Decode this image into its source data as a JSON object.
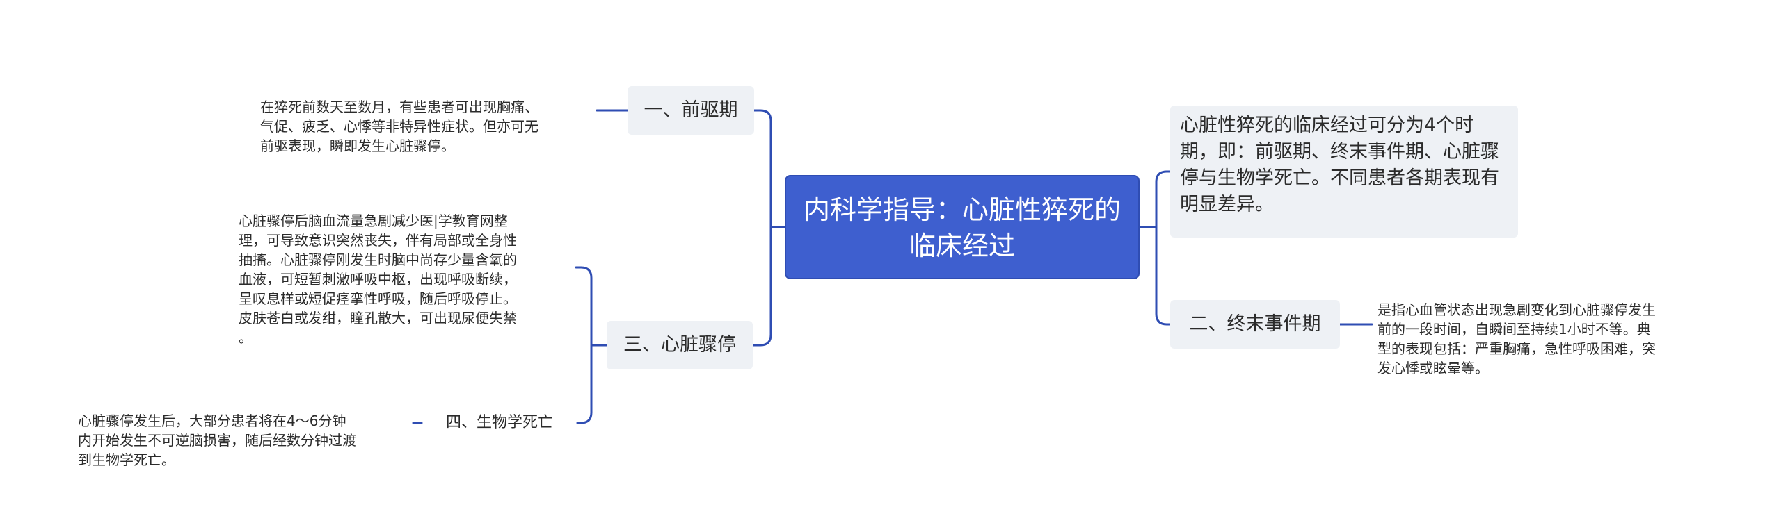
{
  "diagram": {
    "root": {
      "title": "内科学指导：心脏性猝死的临床经过"
    },
    "summary": "心脏性猝死的临床经过可分为4个时期，即：前驱期、终末事件期、心脏骤停与生物学死亡。不同患者各期表现有明显差异。",
    "branches": [
      {
        "label": "一、前驱期",
        "detail": "在猝死前数天至数月，有些患者可出现胸痛、\n气促、疲乏、心悸等非特异性症状。但亦可无\n前驱表现，瞬即发生心脏骤停。"
      },
      {
        "label": "二、终末事件期",
        "detail": "是指心血管状态出现急剧变化到心脏骤停发生\n前的一段时间，自瞬间至持续1小时不等。典\n型的表现包括：严重胸痛，急性呼吸困难，突\n发心悸或眩晕等。"
      },
      {
        "label": "三、心脏骤停",
        "detail": "心脏骤停后脑血流量急剧减少医|学教育网整\n理，可导致意识突然丧失，伴有局部或全身性\n抽搐。心脏骤停刚发生时脑中尚存少量含氧的\n血液，可短暂刺激呼吸中枢，出现呼吸断续，\n呈叹息样或短促痉挛性呼吸，随后呼吸停止。\n皮肤苍白或发绀，瞳孔散大，可出现尿便失禁\n。"
      },
      {
        "label": "四、生物学死亡",
        "detail": "心脏骤停发生后，大部分患者将在4～6分钟\n内开始发生不可逆脑损害，随后经数分钟过渡\n到生物学死亡。"
      }
    ]
  },
  "colors": {
    "root_fill": "#3e5fcf",
    "connector": "#2f4db3",
    "branch_fill": "#eef1f5"
  }
}
